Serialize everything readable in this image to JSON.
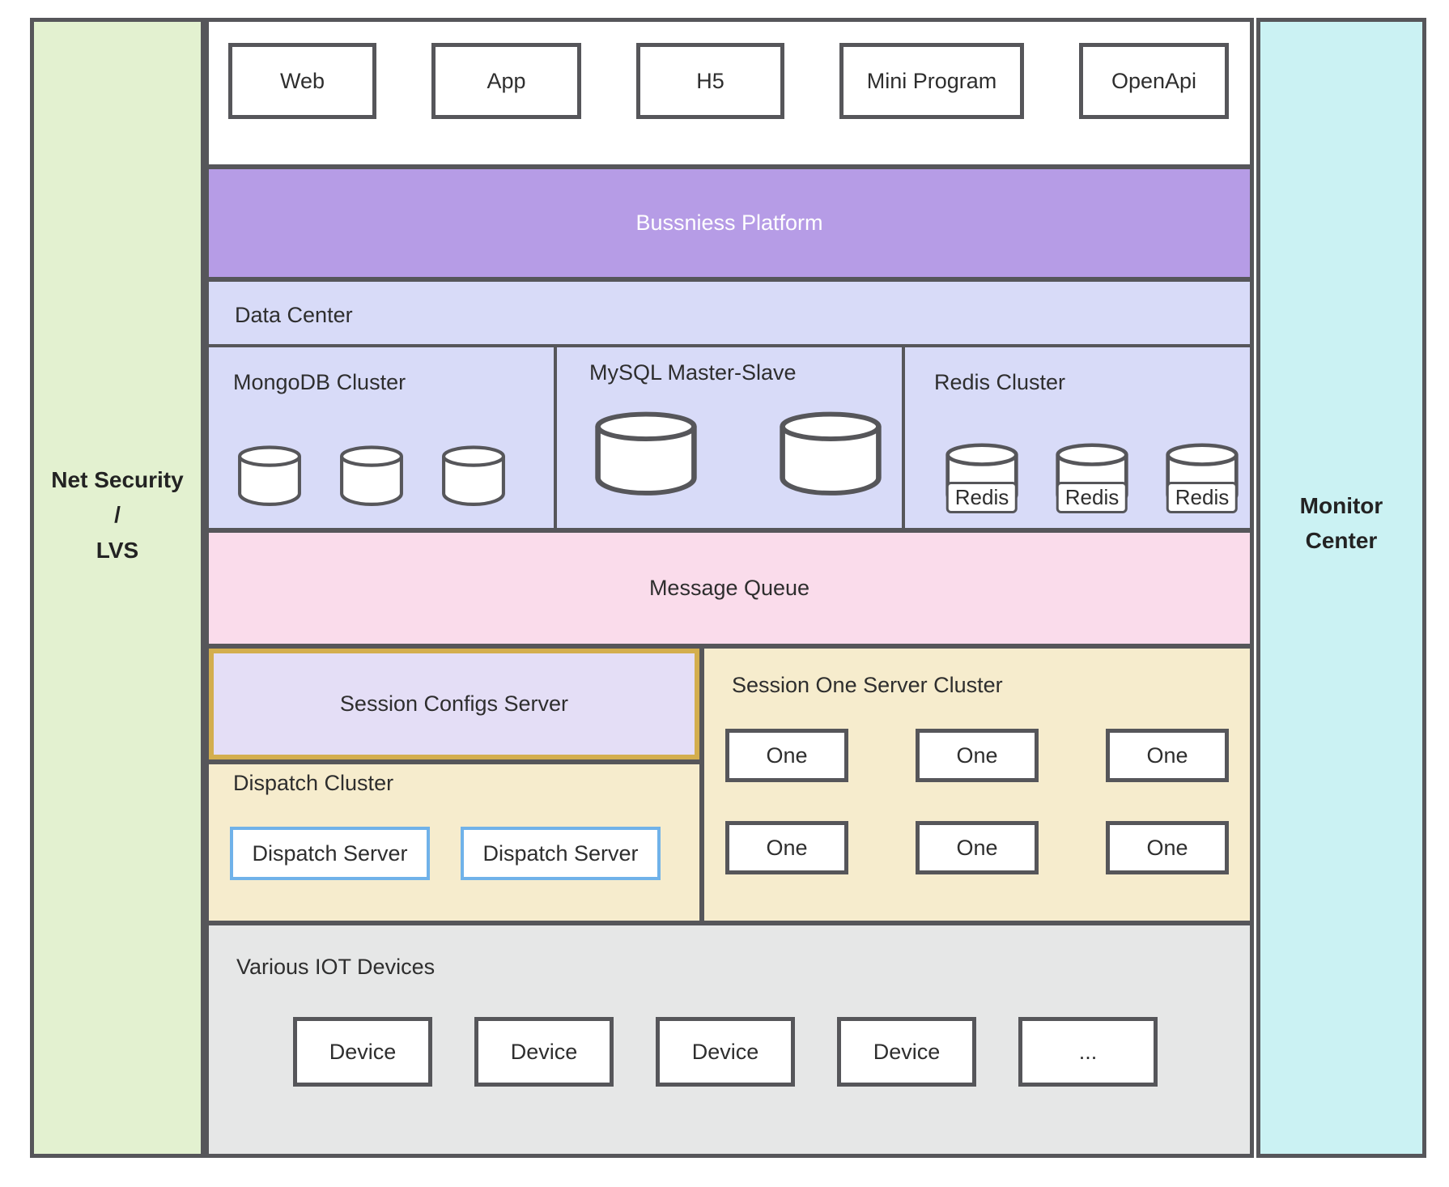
{
  "sidebar_left": {
    "line1": "Net Security",
    "line2": "/",
    "line3": "LVS"
  },
  "sidebar_right": {
    "line1": "Monitor",
    "line2": "Center"
  },
  "clients": {
    "items": [
      "Web",
      "App",
      "H5",
      "Mini Program",
      "OpenApi"
    ]
  },
  "platform": {
    "label": "Bussniess Platform"
  },
  "data_center": {
    "label": "Data Center",
    "mongodb": {
      "label": "MongoDB Cluster"
    },
    "mysql": {
      "label": "MySQL Master-Slave"
    },
    "redis": {
      "label": "Redis Cluster",
      "nodes": [
        "Redis",
        "Redis",
        "Redis"
      ]
    }
  },
  "message_queue": {
    "label": "Message Queue"
  },
  "session_configs": {
    "label": "Session Configs Server"
  },
  "dispatch_cluster": {
    "label": "Dispatch Cluster",
    "servers": [
      "Dispatch Server",
      "Dispatch Server"
    ]
  },
  "session_one": {
    "label": "Session One Server Cluster",
    "nodes": [
      "One",
      "One",
      "One",
      "One",
      "One",
      "One"
    ]
  },
  "iot": {
    "label": "Various IOT Devices",
    "devices": [
      "Device",
      "Device",
      "Device",
      "Device",
      "..."
    ]
  },
  "colors": {
    "border-dark": "#56565a",
    "green": "#e3f1d0",
    "cyan": "#cbf2f3",
    "purple": "#b69ce6",
    "lavender": "#d8dbf8",
    "pink": "#fadceb",
    "wheat": "#f6eccd",
    "configs-fill": "#e4def6",
    "configs-border": "#d3ae4e",
    "gray": "#e6e7e7",
    "blue": "#70b2e9"
  }
}
